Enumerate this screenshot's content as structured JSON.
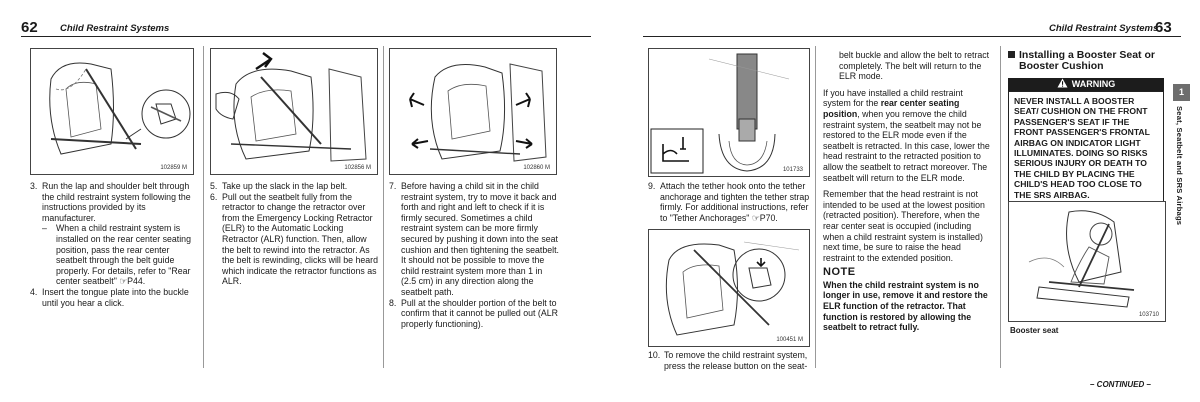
{
  "left_page": {
    "page_number": "62",
    "header": "Child Restraint Systems",
    "figures": [
      {
        "caption": "102859 M"
      },
      {
        "caption": "102856 M"
      },
      {
        "caption": "102860 M"
      }
    ],
    "col1": {
      "steps": [
        {
          "num": "3.",
          "text": "Run the lap and shoulder belt through the child restraint system following the instructions provided by its manufacturer."
        },
        {
          "num": "4.",
          "text": "Insert the tongue plate into the buckle until you hear a click."
        }
      ],
      "sub_item": {
        "dash": "–",
        "text": "When a child restraint system is installed on the rear center seating position, pass the rear center seatbelt through the belt guide properly. For details, refer to \"Rear center seatbelt\" ☞P44."
      }
    },
    "col2": {
      "steps": [
        {
          "num": "5.",
          "text": "Take up the slack in the lap belt."
        },
        {
          "num": "6.",
          "text": "Pull out the seatbelt fully from the retractor to change the retractor over from the Emergency Locking Retractor (ELR) to the Automatic Locking Retractor (ALR) function. Then, allow the belt to rewind into the retractor. As the belt is rewinding, clicks will be heard which indicate the retractor functions as ALR."
        }
      ]
    },
    "col3": {
      "steps": [
        {
          "num": "7.",
          "text": "Before having a child sit in the child restraint system, try to move it back and forth and right and left to check if it is firmly secured. Sometimes a child restraint system can be more firmly secured by pushing it down into the seat cushion and then tightening the seatbelt. It should not be possible to move the child restraint system more than 1 in (2.5 cm) in any direction along the seatbelt path."
        },
        {
          "num": "8.",
          "text": "Pull at the shoulder portion of the belt to confirm that it cannot be pulled out (ALR properly functioning)."
        }
      ]
    }
  },
  "right_page": {
    "page_number": "63",
    "header": "Child Restraint Systems",
    "figures": [
      {
        "caption": "101733"
      },
      {
        "caption": "100451 M"
      },
      {
        "caption": "103710"
      }
    ],
    "col1": {
      "step9": {
        "num": "9.",
        "text": "Attach the tether hook onto the tether anchorage and tighten the tether strap firmly. For additional instructions, refer to \"Tether Anchorages\" ☞P70."
      },
      "step10": {
        "num": "10.",
        "text": "To remove the child restraint system, press the release button on the seat-"
      }
    },
    "col2": {
      "cont_text": "belt buckle and allow the belt to retract completely. The belt will return to the ELR mode.",
      "para1_a": "If you have installed a child restraint system for the ",
      "para1_bold": "rear center seating position",
      "para1_b": ", when you remove the child restraint system, the seatbelt may not be restored to the ELR mode even if the seatbelt is retracted. In this case, lower the head restraint to the retracted position to allow the seatbelt to retract moreover. The seatbelt will return to the ELR mode.",
      "para2": "Remember that the head restraint is not intended to be used at the lowest position (retracted position). Therefore, when the rear center seat is occupied (including when a child restraint system is installed) next time, be sure to raise the head restraint to the extended position.",
      "note_heading": "NOTE",
      "note_text": "When the child restraint system is no longer in use, remove it and restore the ELR function of the retractor. That function is restored by allowing the seatbelt to retract fully."
    },
    "col3": {
      "section_heading_line1": "Installing a Booster Seat or",
      "section_heading_line2": "Booster Cushion",
      "warning_label": "WARNING",
      "warning_text": "NEVER INSTALL A BOOSTER SEAT/ CUSHION ON THE FRONT PASSENGER'S SEAT IF THE FRONT PASSENGER'S FRONTAL AIRBAG ON INDICATOR LIGHT ILLUMINATES. DOING SO RISKS SERIOUS INJURY OR DEATH TO THE CHILD BY PLACING THE CHILD'S HEAD TOO CLOSE TO THE SRS AIRBAG.",
      "figure_label": "Booster seat"
    },
    "side_tab": {
      "number": "1",
      "text": "Seat, Seatbelt and SRS Airbags"
    },
    "continued": "– CONTINUED –"
  },
  "icons": [
    "warning-triangle-icon",
    "reference-arrow-icon",
    "section-square-icon"
  ]
}
